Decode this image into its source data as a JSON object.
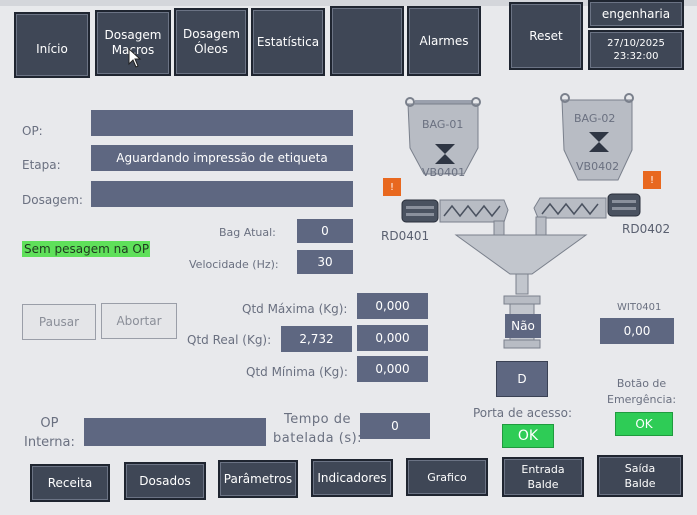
{
  "nav": {
    "inicio": "Início",
    "dosagem_macros": "Dosagem Macros",
    "dosagem_oleos": "Dosagem Óleos",
    "estatistica": "Estatística",
    "blank": "",
    "alarmes": "Alarmes",
    "reset": "Reset",
    "user": "engenharia",
    "date": "27/10/2025",
    "time": "23:32:00"
  },
  "form": {
    "op_label": "OP:",
    "op_value": "",
    "etapa_label": "Etapa:",
    "etapa_value": "Aguardando impressão de etiqueta",
    "dosagem_label": "Dosagem:",
    "dosagem_value": "",
    "sem_pesagem": "Sem pesagem na OP",
    "bag_atual_label": "Bag Atual:",
    "bag_atual_value": "0",
    "velocidade_label": "Velocidade (Hz):",
    "velocidade_value": "30"
  },
  "controls": {
    "pausar": "Pausar",
    "abortar": "Abortar"
  },
  "qty": {
    "max_label": "Qtd Máxima (Kg):",
    "max_value": "0,000",
    "real_label": "Qtd Real (Kg):",
    "real_value_1": "2,732",
    "real_value_2": "0,000",
    "min_label": "Qtd Mínima (Kg):",
    "min_value": "0,000"
  },
  "batch": {
    "op_interna_label_1": "OP",
    "op_interna_label_2": "Interna:",
    "op_interna_value": "",
    "tempo_label_1": "Tempo de",
    "tempo_label_2": "batelada (s):",
    "tempo_value": "0"
  },
  "process": {
    "bag1_label": "BAG-01",
    "bag1_vib": "VB0401",
    "bag2_label": "BAG-02",
    "bag2_vib": "VB0402",
    "rd1": "RD0401",
    "rd2": "RD0402",
    "alarm_glyph": "!",
    "valve_status": "Não",
    "d_button": "D",
    "wit_label": "WIT0401",
    "wit_value": "0,00"
  },
  "status": {
    "porta_label": "Porta de acesso:",
    "porta_value": "OK",
    "emergencia_label_1": "Botão de",
    "emergencia_label_2": "Emergência:",
    "emergencia_value": "OK"
  },
  "bottom": {
    "receita": "Receita",
    "dosados": "Dosados",
    "parametros": "Parâmetros",
    "indicadores": "Indicadores",
    "grafico": "Grafico",
    "entrada_1": "Entrada",
    "entrada_2": "Balde",
    "saida_1": "Saída",
    "saida_2": "Balde"
  },
  "colors": {
    "nav_bg": "#3f4756",
    "field_bg": "#5e6781",
    "ok_green": "#2ecc56",
    "alert_green": "#5fe05a",
    "alarm_orange": "#e8681f"
  }
}
